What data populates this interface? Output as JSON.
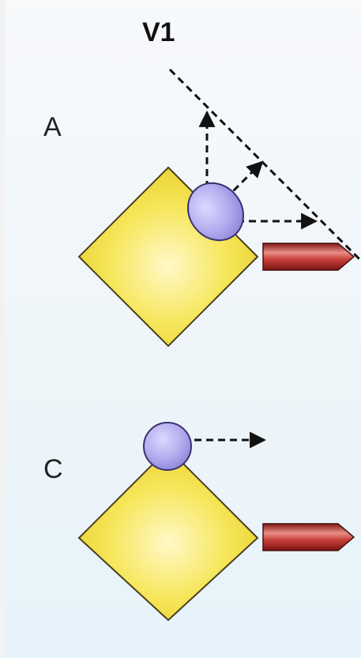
{
  "title": "V1",
  "panels": [
    {
      "label": "A"
    },
    {
      "label": "C"
    }
  ],
  "colors": {
    "square_fill": "#f7e455",
    "square_stroke": "#4a4020",
    "ellipse_fill": "#b5aef0",
    "ellipse_stroke": "#3a3270",
    "arrow_fill": "#c23a38",
    "dash_color": "#111111"
  }
}
